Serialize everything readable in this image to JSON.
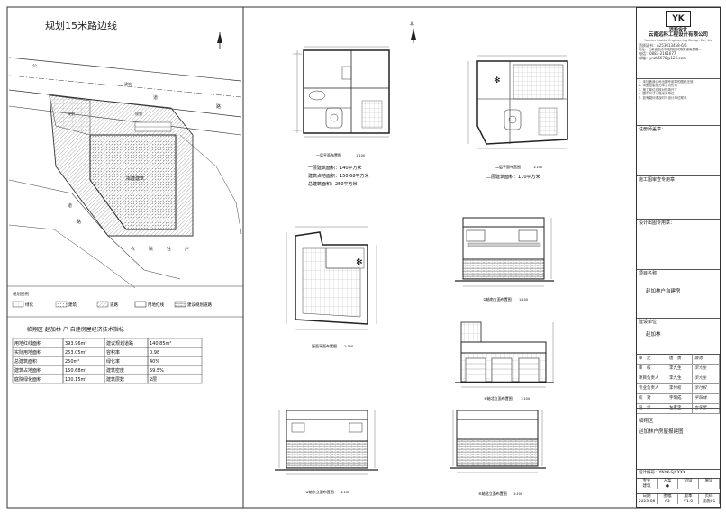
{
  "site_plan": {
    "title": "规划15米路边线",
    "labels": [
      "建筑",
      "道",
      "路",
      "规划",
      "规划",
      "道",
      "路",
      "农",
      "院",
      "住",
      "户",
      "公"
    ],
    "building_label": "拟建建筑",
    "legend_title": "规划图例",
    "legend": [
      "绿化",
      "建筑",
      "道路",
      "用地红线",
      "建议规划道路"
    ]
  },
  "econ": {
    "title": "临翔区  赵加林  户  自建房屋经济技术指标",
    "rows": [
      [
        "用地红线面积",
        "393.96m²",
        "建议规划道路",
        "140.85m²"
      ],
      [
        "实际用地面积",
        "253.05m²",
        "容积率",
        "0.98"
      ],
      [
        "总建筑面积",
        "250m²",
        "绿化率",
        "40%"
      ],
      [
        "建筑占地面积",
        "150.68m²",
        "建筑密度",
        "59.5%"
      ],
      [
        "庭院绿化面积",
        "100.15m²",
        "建筑层数",
        "2层"
      ]
    ]
  },
  "north": "北",
  "plans": {
    "floor1": {
      "caption": "一层平面布置图",
      "scale": "1:100",
      "notes": [
        "一层建筑面积：140平方米",
        "建筑占地面积：150.68平方米",
        "总建筑面积：250平方米"
      ]
    },
    "floor2": {
      "caption": "二层平面布置图",
      "scale": "1:100",
      "notes": [
        "二层建筑面积：110平方米"
      ]
    },
    "roof": {
      "caption": "屋面平面布置图",
      "scale": "1:100"
    },
    "elev_s": {
      "caption": "①轴南立面布置图",
      "scale": "1:100"
    },
    "elev_e": {
      "caption": "⑥轴北立面布置图",
      "scale": "1:100"
    },
    "elev_w": {
      "caption": "①轴东立面布置图",
      "scale": "1:100"
    },
    "elev_n": {
      "caption": "⑥轴北立面布置图",
      "scale": "1:100"
    }
  },
  "title_block": {
    "logo_text": "远科设计",
    "company_cn": "云南远科工程设计有限公司",
    "company_en": "Yunnan Yuanke Engineering Design Co., Ltd",
    "license": "资质证书：A253013458-6/6",
    "address": "地址：云南省临沧市临翔区凤翔街道南屏路...",
    "phone": "电话：0883-2161677",
    "email": "邮箱：ynzk5678@126.com",
    "notes": [
      "1. 未加盖我公司出图专用章的图纸无效",
      "2. 本图纸版权归本公司所有",
      "3. 施工单位应核对现场尺寸",
      "4. 图中尺寸以毫米为单位",
      "5. 如有疑问请及时与设计单位联系"
    ],
    "seal1_label": "注册师盖章：",
    "seal2_label": "施工图审查专用章：",
    "seal3_label": "设计出图专用章：",
    "project_label": "项目名称：",
    "project_name": "赵加林户自建房",
    "client_label": "建设单位：",
    "client_name": "赵加林",
    "staff": [
      [
        "审　定",
        "唐　勇",
        "唐勇"
      ],
      [
        "审　核",
        "李九生",
        "李九生"
      ],
      [
        "项目负责人",
        "李九生",
        "李九生"
      ],
      [
        "专业负责人",
        "李付权",
        "李付权"
      ],
      [
        "校　对",
        "字阳成",
        "字阳成"
      ],
      [
        "设　计",
        "左家宝",
        "左家宝"
      ]
    ],
    "drawing_title1": "临翔区",
    "drawing_title2": "赵加林户房屋报建图",
    "drawing_no": "设计编号：YNYK-SJXXXX",
    "phase_row1": [
      "专业",
      "方案",
      "初设",
      "施设"
    ],
    "phase_row2": [
      "建筑",
      "●",
      "",
      ""
    ],
    "bottom_headers": [
      "日期",
      "图幅",
      "版本",
      "页码"
    ],
    "bottom_values": [
      "2023.08",
      "A2",
      "V1.0",
      "建施01"
    ]
  }
}
